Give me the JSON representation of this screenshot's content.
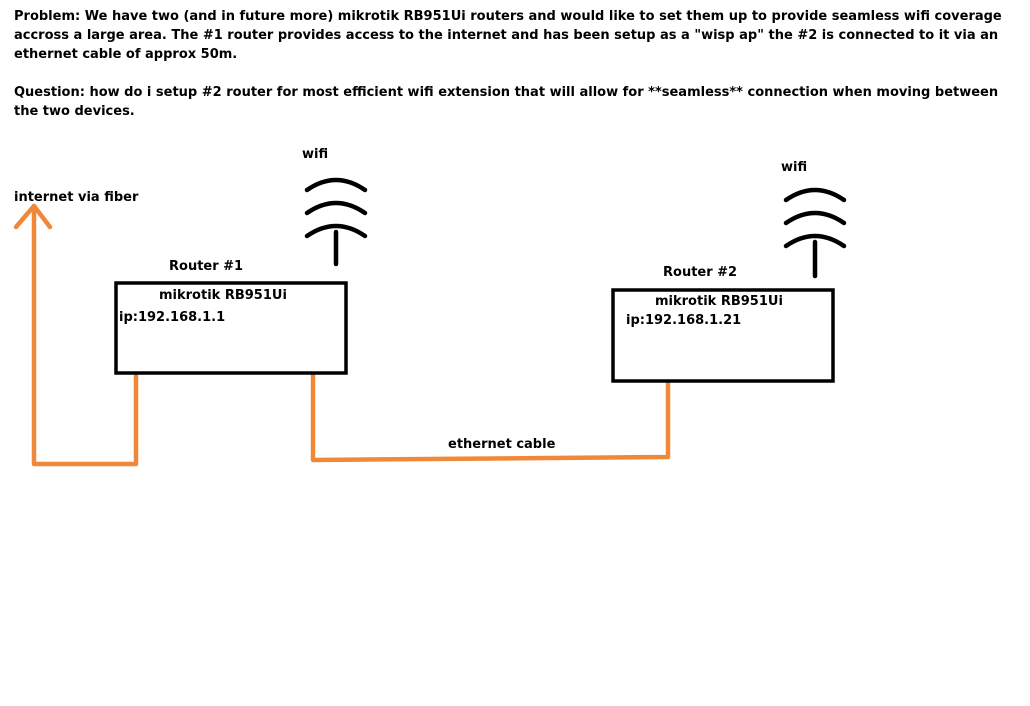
{
  "text": {
    "problem": "Problem: We have two (and in future more) mikrotik RB951Ui routers  and would like to set them up to provide seamless wifi coverage accross a large area. The #1 router provides access to the internet and has been setup as a \"wisp ap\" the #2 is connected to it via an ethernet cable of approx 50m.",
    "question": "Question: how do i setup #2 router for most efficient wifi extension that will allow for **seamless** connection when moving between the two devices."
  },
  "diagram": {
    "internet_label": "internet via fiber",
    "ethernet_label": "ethernet cable",
    "router1": {
      "title": "Router #1",
      "model": "mikrotik RB951Ui",
      "ip": "ip:192.168.1.1",
      "wifi_label": "wifi"
    },
    "router2": {
      "title": "Router #2",
      "model": "mikrotik RB951Ui",
      "ip": "ip:192.168.1.21",
      "wifi_label": "wifi"
    },
    "colors": {
      "cable": "#f0883a",
      "box": "#000000"
    }
  }
}
